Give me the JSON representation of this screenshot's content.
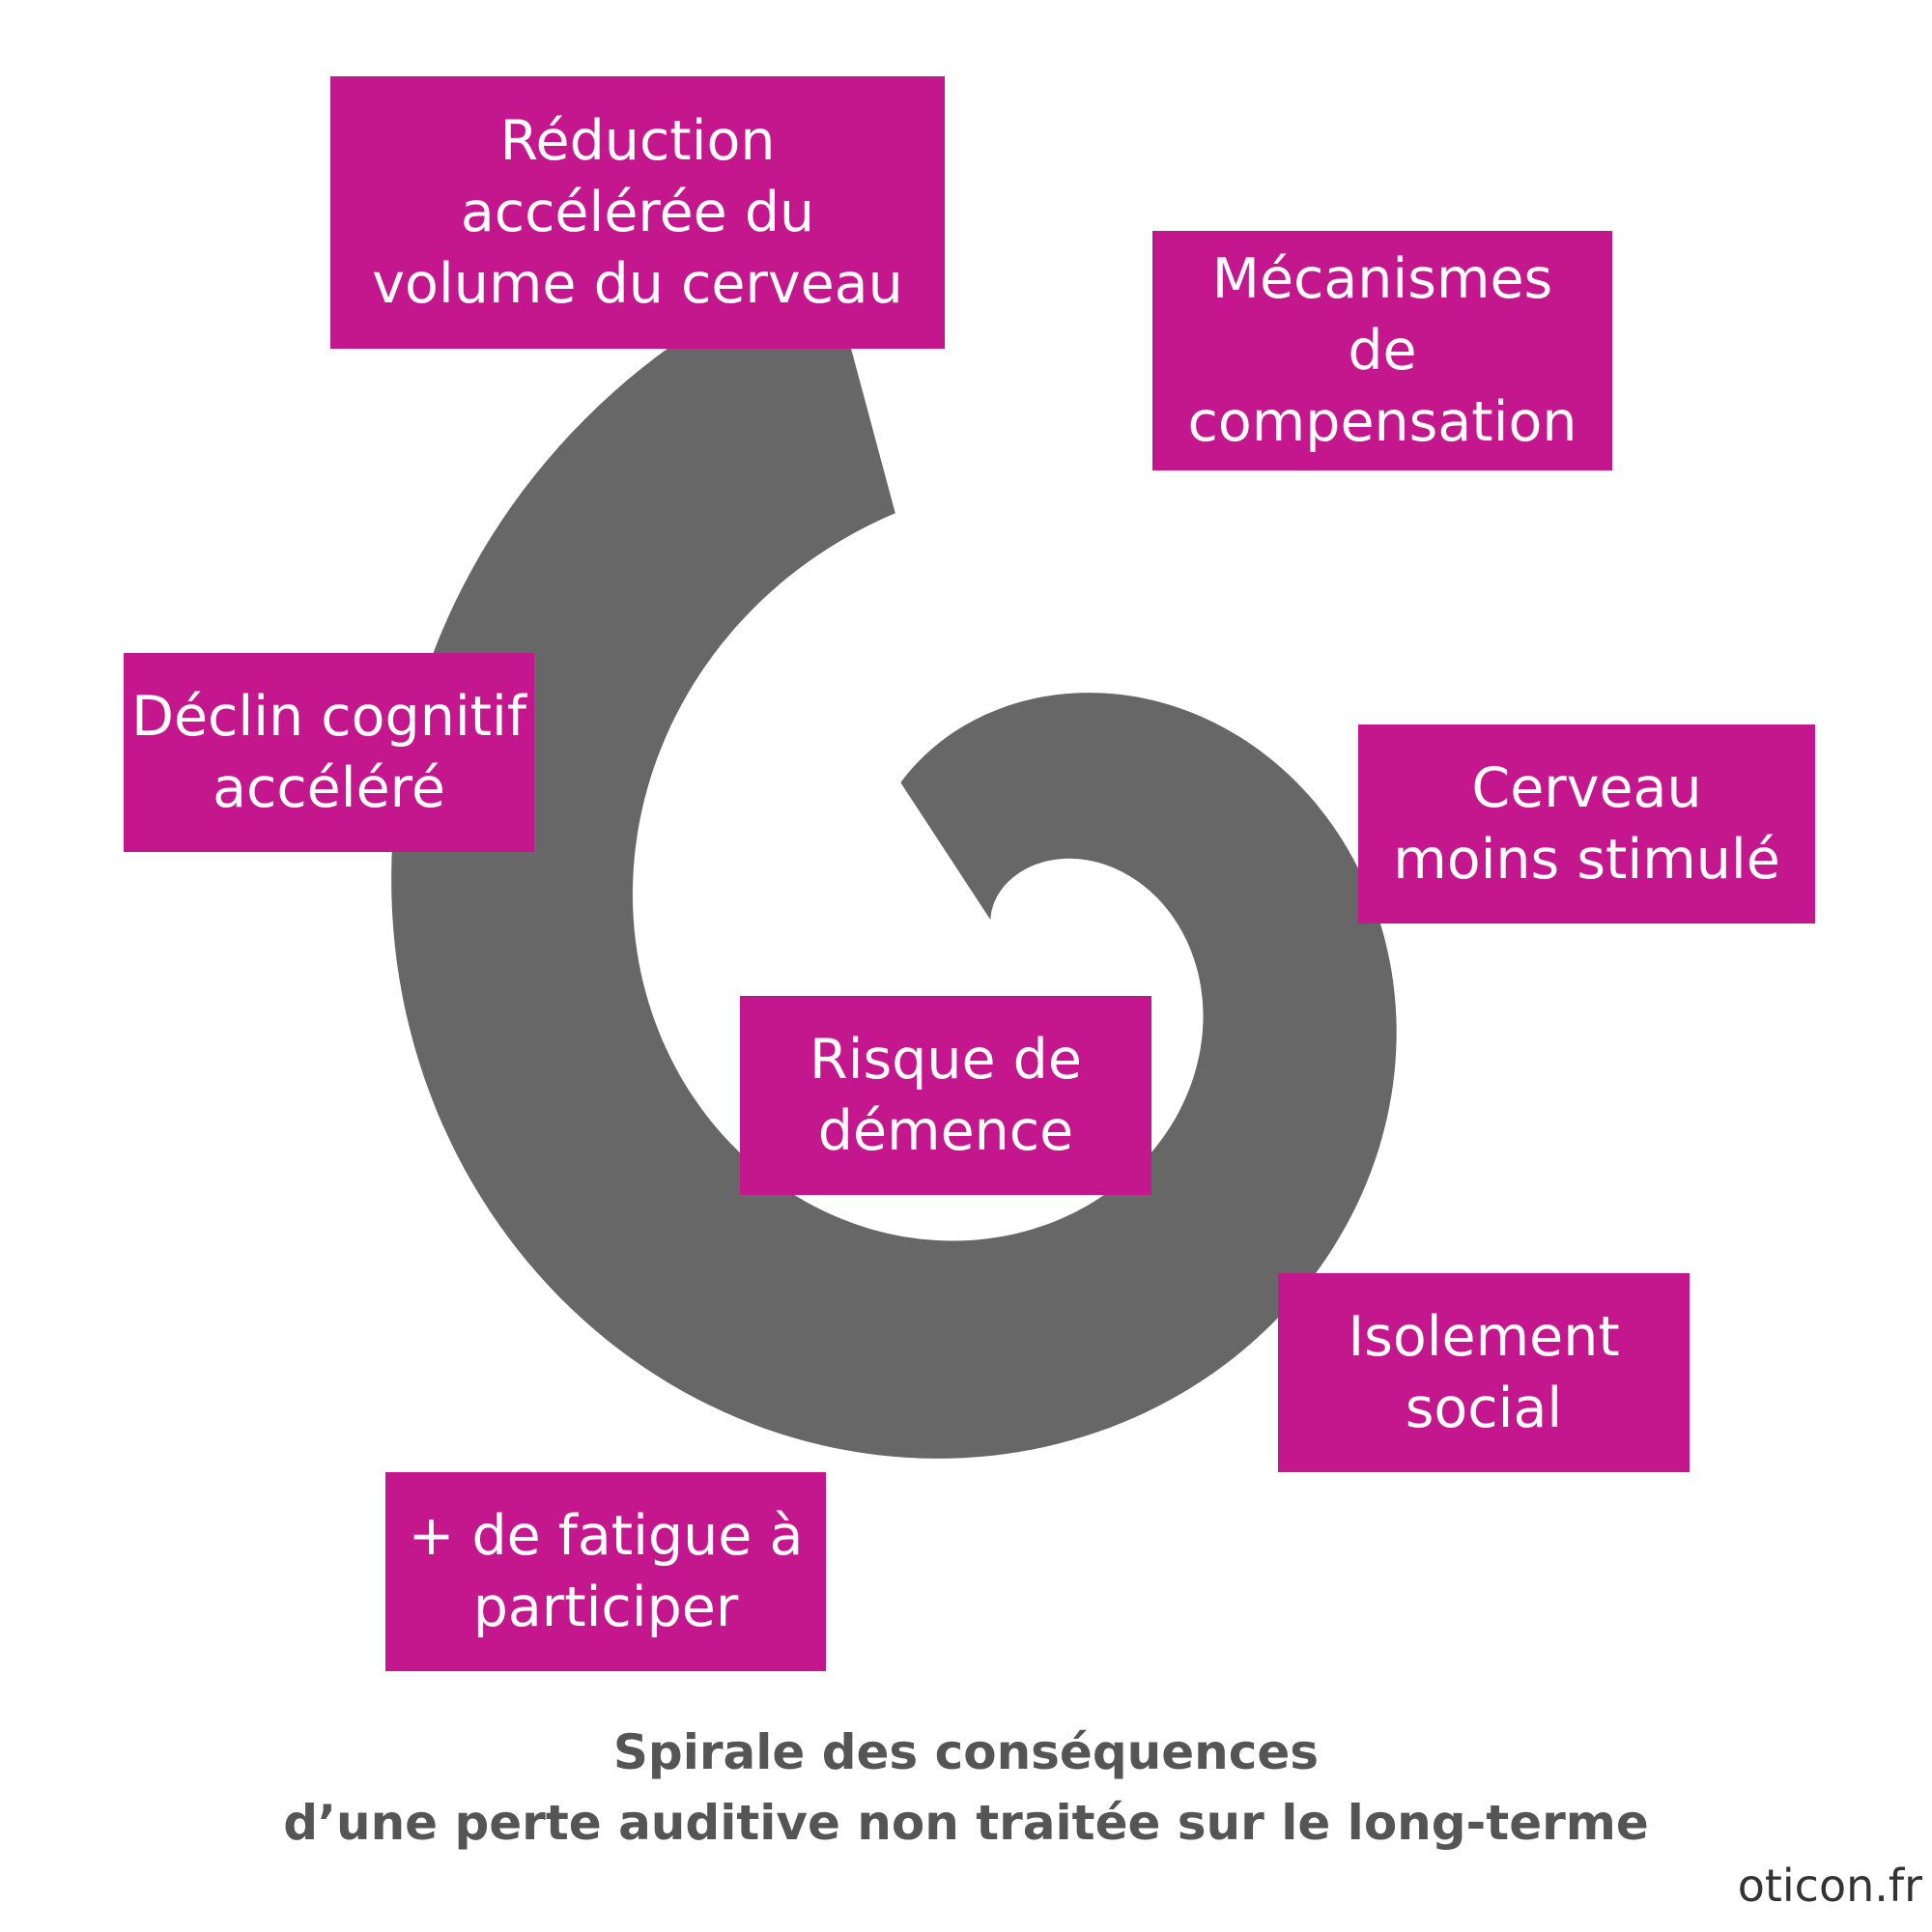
{
  "colors": {
    "box_fill": "#c4178e",
    "box_text": "#ffffff",
    "spiral": "#676767",
    "caption": "#555555"
  },
  "boxes": [
    {
      "label": "Réduction\naccélérée du\nvolume du cerveau"
    },
    {
      "label": "Mécanismes\nde\ncompensation"
    },
    {
      "label": "Déclin cognitif\naccéléré"
    },
    {
      "label": "Cerveau\nmoins stimulé"
    },
    {
      "label": "Risque de\ndémence"
    },
    {
      "label": "Isolement\nsocial"
    },
    {
      "label": "+ de fatigue à\nparticiper"
    }
  ],
  "caption": {
    "line1": "Spirale des conséquences",
    "line2": "d’une perte auditive non traitée sur le long-terme"
  },
  "source": "oticon.fr"
}
